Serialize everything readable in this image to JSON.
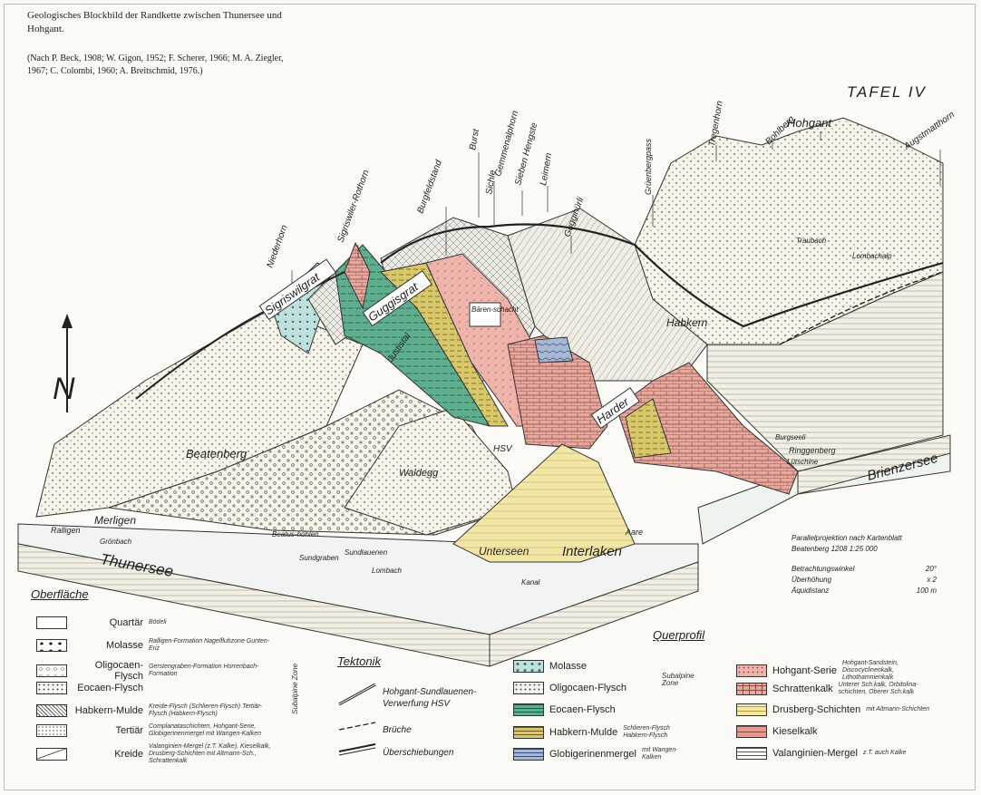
{
  "header": {
    "title": "Geologisches Blockbild der Randkette zwischen Thunersee und Hohgant.",
    "refs": "(Nach P. Beck, 1908; W. Gigon, 1952; F. Scherer, 1966; M. A. Ziegler, 1967; C. Colombi, 1960; A. Breitschmid, 1976.)",
    "plate": "TAFEL IV"
  },
  "peaks": [
    "Niederhorn",
    "Sigriswiler-Rothorn",
    "Burgfeldstand",
    "Burst",
    "Sichle",
    "Gemmenalphorn",
    "Sieben Hengste",
    "Leimern",
    "Guggihürli",
    "Grüenbergpass",
    "Tregenhorn",
    "Bohlberg",
    "Hohgant",
    "Augstmatthorn"
  ],
  "places": {
    "sigriswilgrat": "Sigriswilgrat",
    "guggisgrat": "Guggisgrat",
    "justistal": "Justistal",
    "baerenschacht": "Bären-schacht",
    "habkern": "Habkern",
    "harder": "Harder",
    "hsv": "HSV",
    "beatenberg": "Beatenberg",
    "waldegg": "Waldegg",
    "ralligen": "Ralligen",
    "merligen": "Merligen",
    "gronbach": "Grönbach",
    "beatushoehlen": "Beatus-höhlen",
    "sundgraben": "Sundgraben",
    "sundlauenen": "Sundlauenen",
    "lombach": "Lombach",
    "unterseen": "Unterseen",
    "interlaken": "Interlaken",
    "aare": "Aare",
    "kanal": "Kanal",
    "thunersee": "Thunersee",
    "brienzersee": "Brienzersee",
    "burgseeli": "Burgseeli",
    "ringgenberg": "Ringgenberg",
    "lutschine": "Lütschine",
    "traubach": "Traubach",
    "lombachalp": "Lombachalp",
    "north": "N"
  },
  "info": {
    "proj": "Parallelprojektion nach Kartenblatt",
    "sheet": "Beatenberg 1208 1:25 000",
    "angle_label": "Betrachtungswinkel",
    "angle": "20°",
    "exag_label": "Überhöhung",
    "exag": "x 2",
    "eq_label": "Äquidistanz",
    "eq": "100 m"
  },
  "legend_surface": {
    "heading": "Oberfläche",
    "side": "Subalpine Zone",
    "items": [
      {
        "name": "Quartär",
        "note": "Bödeli"
      },
      {
        "name": "Molasse",
        "note": "Ralligen-Formation Nagelfluhzone Gunten-Eriz"
      },
      {
        "name": "Oligocaen-Flysch",
        "note": "Gerstengraben-Formation Horrenbach-Formation"
      },
      {
        "name": "Eocaen-Flysch",
        "note": ""
      },
      {
        "name": "Habkern-Mulde",
        "note": "Kreide-Flysch (Schlieren-Flysch) Tertiär-Flysch (Habkern-Flysch)"
      },
      {
        "name": "Tertiär",
        "note": "Complanataschichten, Hohgant-Serie, Globigerinenmergel mit Wangen-Kalken"
      },
      {
        "name": "Kreide",
        "note": "Valanginien-Mergel (z.T. Kalke), Kieselkalk, Drusberg-Schichten mit Altmann-Sch., Schrattenkalk"
      }
    ]
  },
  "legend_tectonic": {
    "heading": "Tektonik",
    "items": [
      {
        "label": "Hohgant-Sundlauenen-Verwerfung HSV"
      },
      {
        "label": "Brüche"
      },
      {
        "label": "Überschiebungen"
      }
    ]
  },
  "legend_profile": {
    "heading": "Querprofil",
    "side": "Subalpine Zone",
    "left": [
      {
        "name": "Molasse",
        "note": ""
      },
      {
        "name": "Oligocaen-Flysch",
        "note": ""
      },
      {
        "name": "Eocaen-Flysch",
        "note": ""
      },
      {
        "name": "Habkern-Mulde",
        "note": "Schlieren-Flysch Habkern-Flysch"
      },
      {
        "name": "Globigerinenmergel",
        "note": "mit Wangen-Kalken"
      }
    ],
    "right": [
      {
        "name": "Hohgant-Serie",
        "note": "Hohgant-Sandstein, Discocyclinenkalk, Lithothamnienkalk"
      },
      {
        "name": "Schrattenkalk",
        "note": "Unterer Sch.kalk, Orbitolina-schichten, Oberer Sch.kalk"
      },
      {
        "name": "Drusberg-Schichten",
        "note": "mit Altmann-Schichten"
      },
      {
        "name": "Kieselkalk",
        "note": ""
      },
      {
        "name": "Valanginien-Mergel",
        "note": "z.T. auch Kalke"
      }
    ]
  }
}
